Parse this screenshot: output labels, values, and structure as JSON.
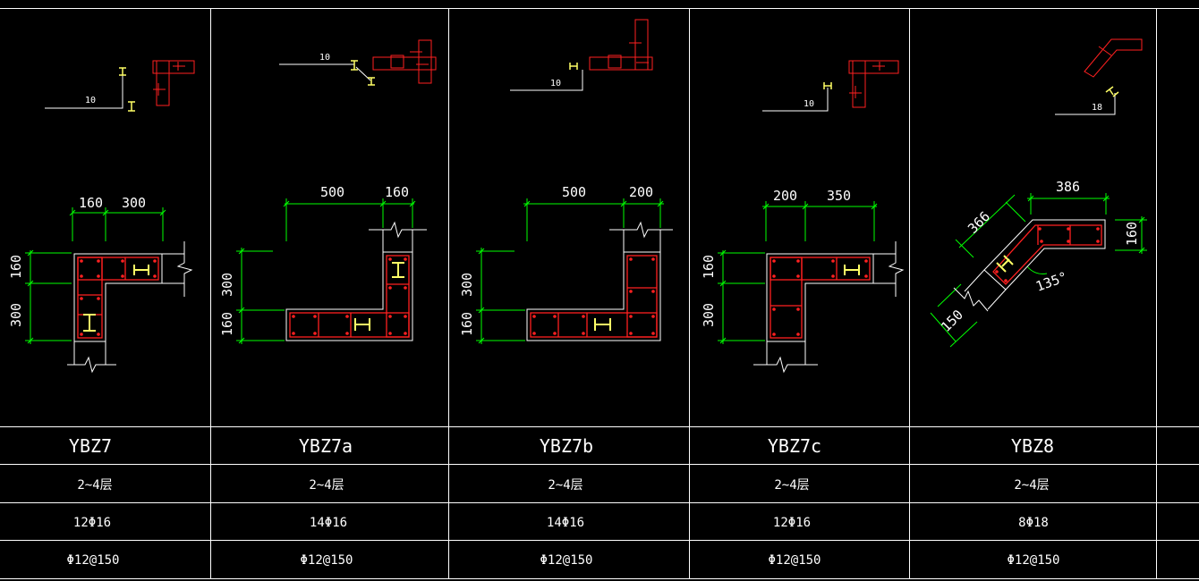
{
  "colors": {
    "background": "#000000",
    "grid": "#ffffff",
    "concrete_outline": "#ff2020",
    "steel": "#ffff66",
    "dimension": "#00ff00",
    "text": "#ffffff"
  },
  "columns": [
    {
      "name": "YBZ7",
      "floors": "2~4层",
      "longitudinal_rebar": "12Φ16",
      "stirrup": "Φ12@150",
      "detail_dim": "10",
      "dims_top": [
        "160",
        "300"
      ],
      "dims_side": [
        "160",
        "300"
      ]
    },
    {
      "name": "YBZ7a",
      "floors": "2~4层",
      "longitudinal_rebar": "14Φ16",
      "stirrup": "Φ12@150",
      "detail_dim": "10",
      "dims_top": [
        "500",
        "160"
      ],
      "dims_side": [
        "300",
        "160"
      ]
    },
    {
      "name": "YBZ7b",
      "floors": "2~4层",
      "longitudinal_rebar": "14Φ16",
      "stirrup": "Φ12@150",
      "detail_dim": "10",
      "dims_top": [
        "500",
        "200"
      ],
      "dims_side": [
        "300",
        "160"
      ]
    },
    {
      "name": "YBZ7c",
      "floors": "2~4层",
      "longitudinal_rebar": "12Φ16",
      "stirrup": "Φ12@150",
      "detail_dim": "10",
      "dims_top": [
        "200",
        "350"
      ],
      "dims_side": [
        "160",
        "300"
      ]
    },
    {
      "name": "YBZ8",
      "floors": "2~4层",
      "longitudinal_rebar": "8Φ18",
      "stirrup": "Φ12@150",
      "detail_dim": "18",
      "dims_top": [
        "386"
      ],
      "dims_side": [
        "160"
      ],
      "dims_diagonal": [
        "366",
        "150"
      ],
      "angle": "135°"
    }
  ]
}
